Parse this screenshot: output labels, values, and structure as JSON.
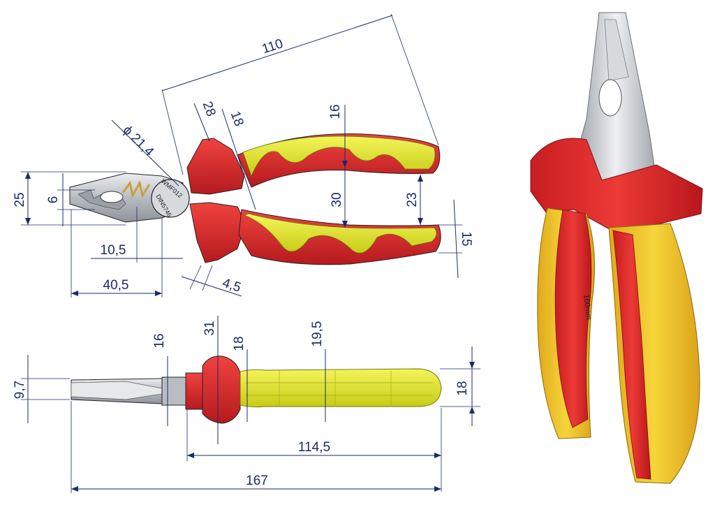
{
  "dimensions": {
    "top_view": {
      "overall_handle": "110",
      "jaw_diameter": "ϕ 21,4",
      "guard_width": "28",
      "grip_start": "18",
      "grip_height": "16",
      "handle_gap": "30",
      "handle_end_gap": "23",
      "handle_end_thickness": "15",
      "jaw_height": "25",
      "cutter_height": "6",
      "jaw_tip": "10,5",
      "head_length": "40,5",
      "guard_thickness": "4,5"
    },
    "side_view": {
      "joint_thickness": "16",
      "guard_size": "31",
      "grip_neck": "18",
      "grip_width": "19,5",
      "tip_thickness": "9,7",
      "end_width": "18",
      "handle_length": "114,5",
      "overall_length": "167"
    }
  },
  "labels": {
    "brand": "WMF012",
    "standard": "DIN5746",
    "size": "160mm"
  },
  "colors": {
    "dimension": "#1a2a6c",
    "insulation_red": "#d9262b",
    "insulation_yellow": "#e7ea2a",
    "steel": "#c9ccd1"
  }
}
